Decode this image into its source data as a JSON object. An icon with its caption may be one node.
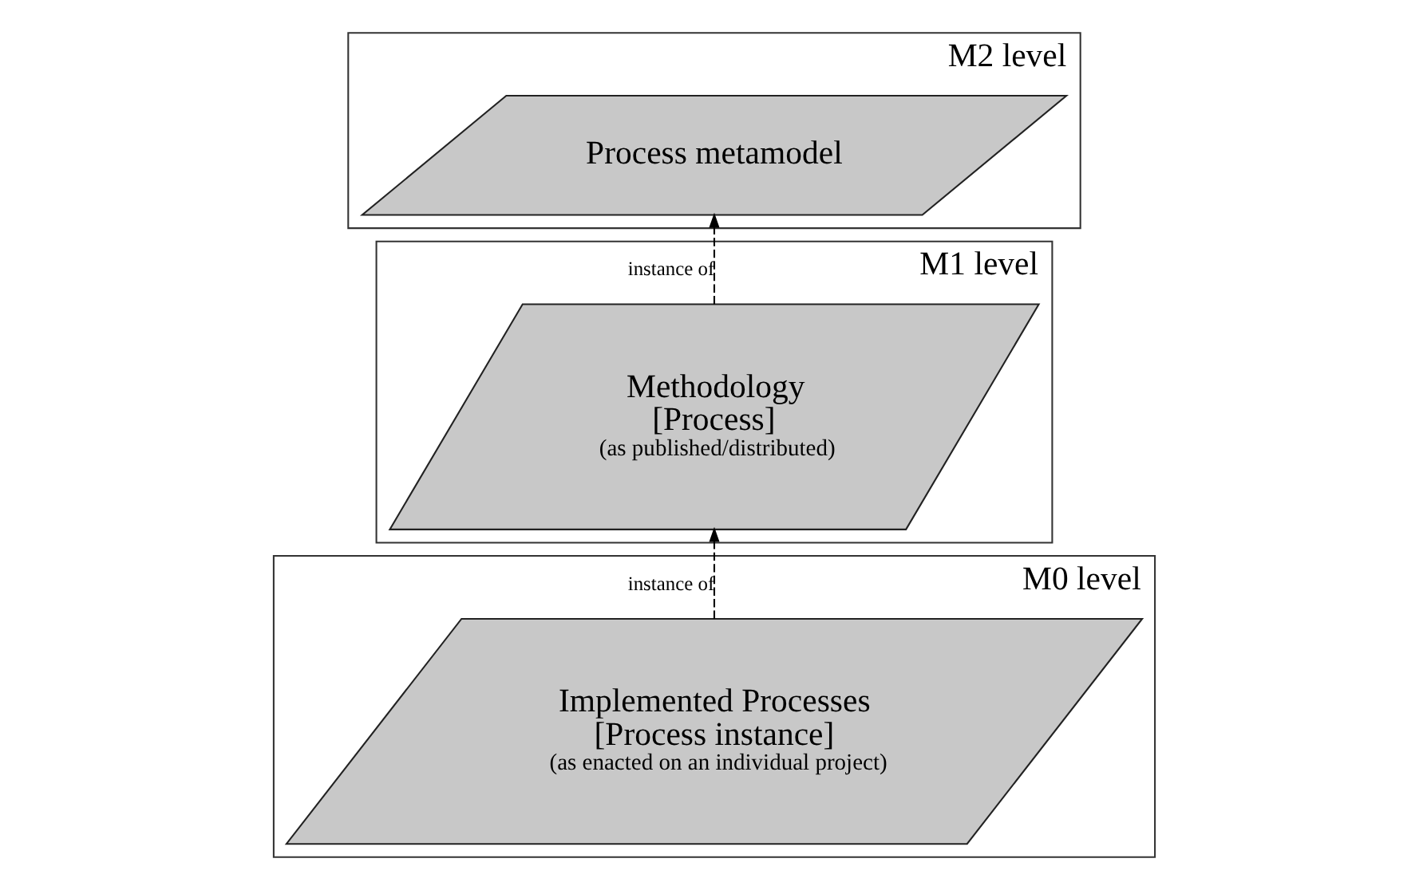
{
  "diagram": {
    "nodes": [
      {
        "text": [
          "M2 level"
        ]
      },
      {
        "text": [
          "Process metamodel"
        ],
        "in": 0
      },
      {
        "text": [
          "M1 level"
        ]
      },
      {
        "text": [
          "Methodology",
          "[Process]",
          "(as published/distributed)"
        ],
        "in": 2
      },
      {
        "text": [
          "M0 level"
        ]
      },
      {
        "text": [
          "Implemented Processes",
          "[Process instance]",
          "(as enacted on an individual project)"
        ],
        "in": 4
      }
    ],
    "edges": [
      {
        "from": 3,
        "to": 1,
        "arrow": "to",
        "style": "dashed",
        "label": "instance of"
      },
      {
        "from": 5,
        "to": 3,
        "arrow": "to",
        "style": "dashed",
        "label": "instance of"
      }
    ]
  }
}
